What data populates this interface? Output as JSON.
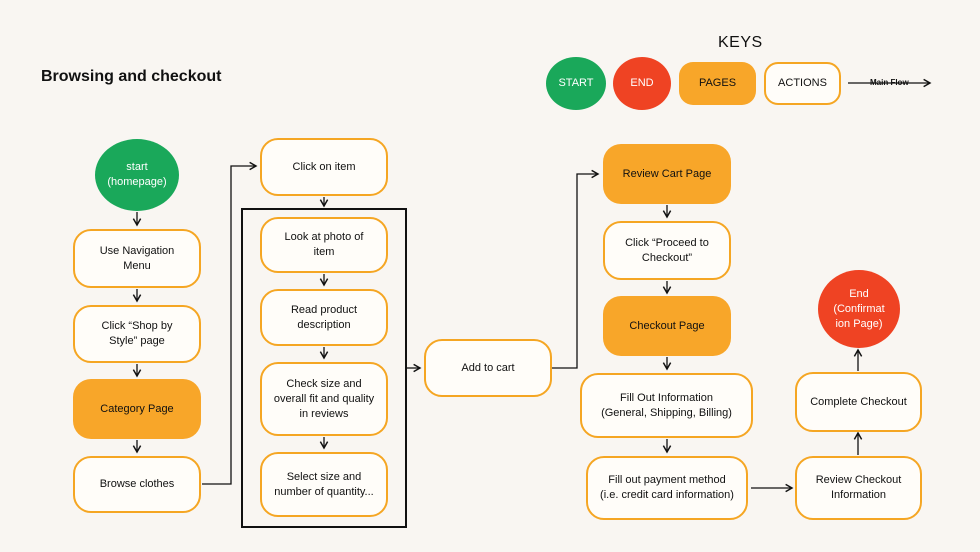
{
  "title": "Browsing and checkout",
  "keys": {
    "heading": "KEYS",
    "start": "START",
    "end": "END",
    "pages": "PAGES",
    "actions": "ACTIONS",
    "main_flow": "Main Flow"
  },
  "nodes": {
    "start": "start\n(homepage)",
    "nav_menu": "Use Navigation\nMenu",
    "shop_by_style": "Click “Shop by\nStyle” page",
    "category_page": "Category Page",
    "browse_clothes": "Browse clothes",
    "click_item": "Click on item",
    "look_photo": "Look at photo of\nitem",
    "read_description": "Read product\ndescription",
    "check_size": "Check size and\noverall fit and quality\nin reviews",
    "select_size": "Select size and\nnumber of quantity...",
    "add_to_cart": "Add to cart",
    "review_cart": "Review Cart Page",
    "proceed_checkout": "Click “Proceed to\nCheckout”",
    "checkout_page": "Checkout Page",
    "fill_info": "Fill Out  Information\n(General, Shipping, Billing)",
    "fill_payment": "Fill out payment method\n(i.e. credit card information)",
    "review_checkout": "Review Checkout\nInformation",
    "complete_checkout": "Complete Checkout",
    "end": "End\n(Confirmat\nion Page)"
  },
  "colors": {
    "start": "#1aa85a",
    "end": "#ef4323",
    "page": "#f8a629",
    "action_border": "#f5a623",
    "background": "#f9f6f2"
  }
}
